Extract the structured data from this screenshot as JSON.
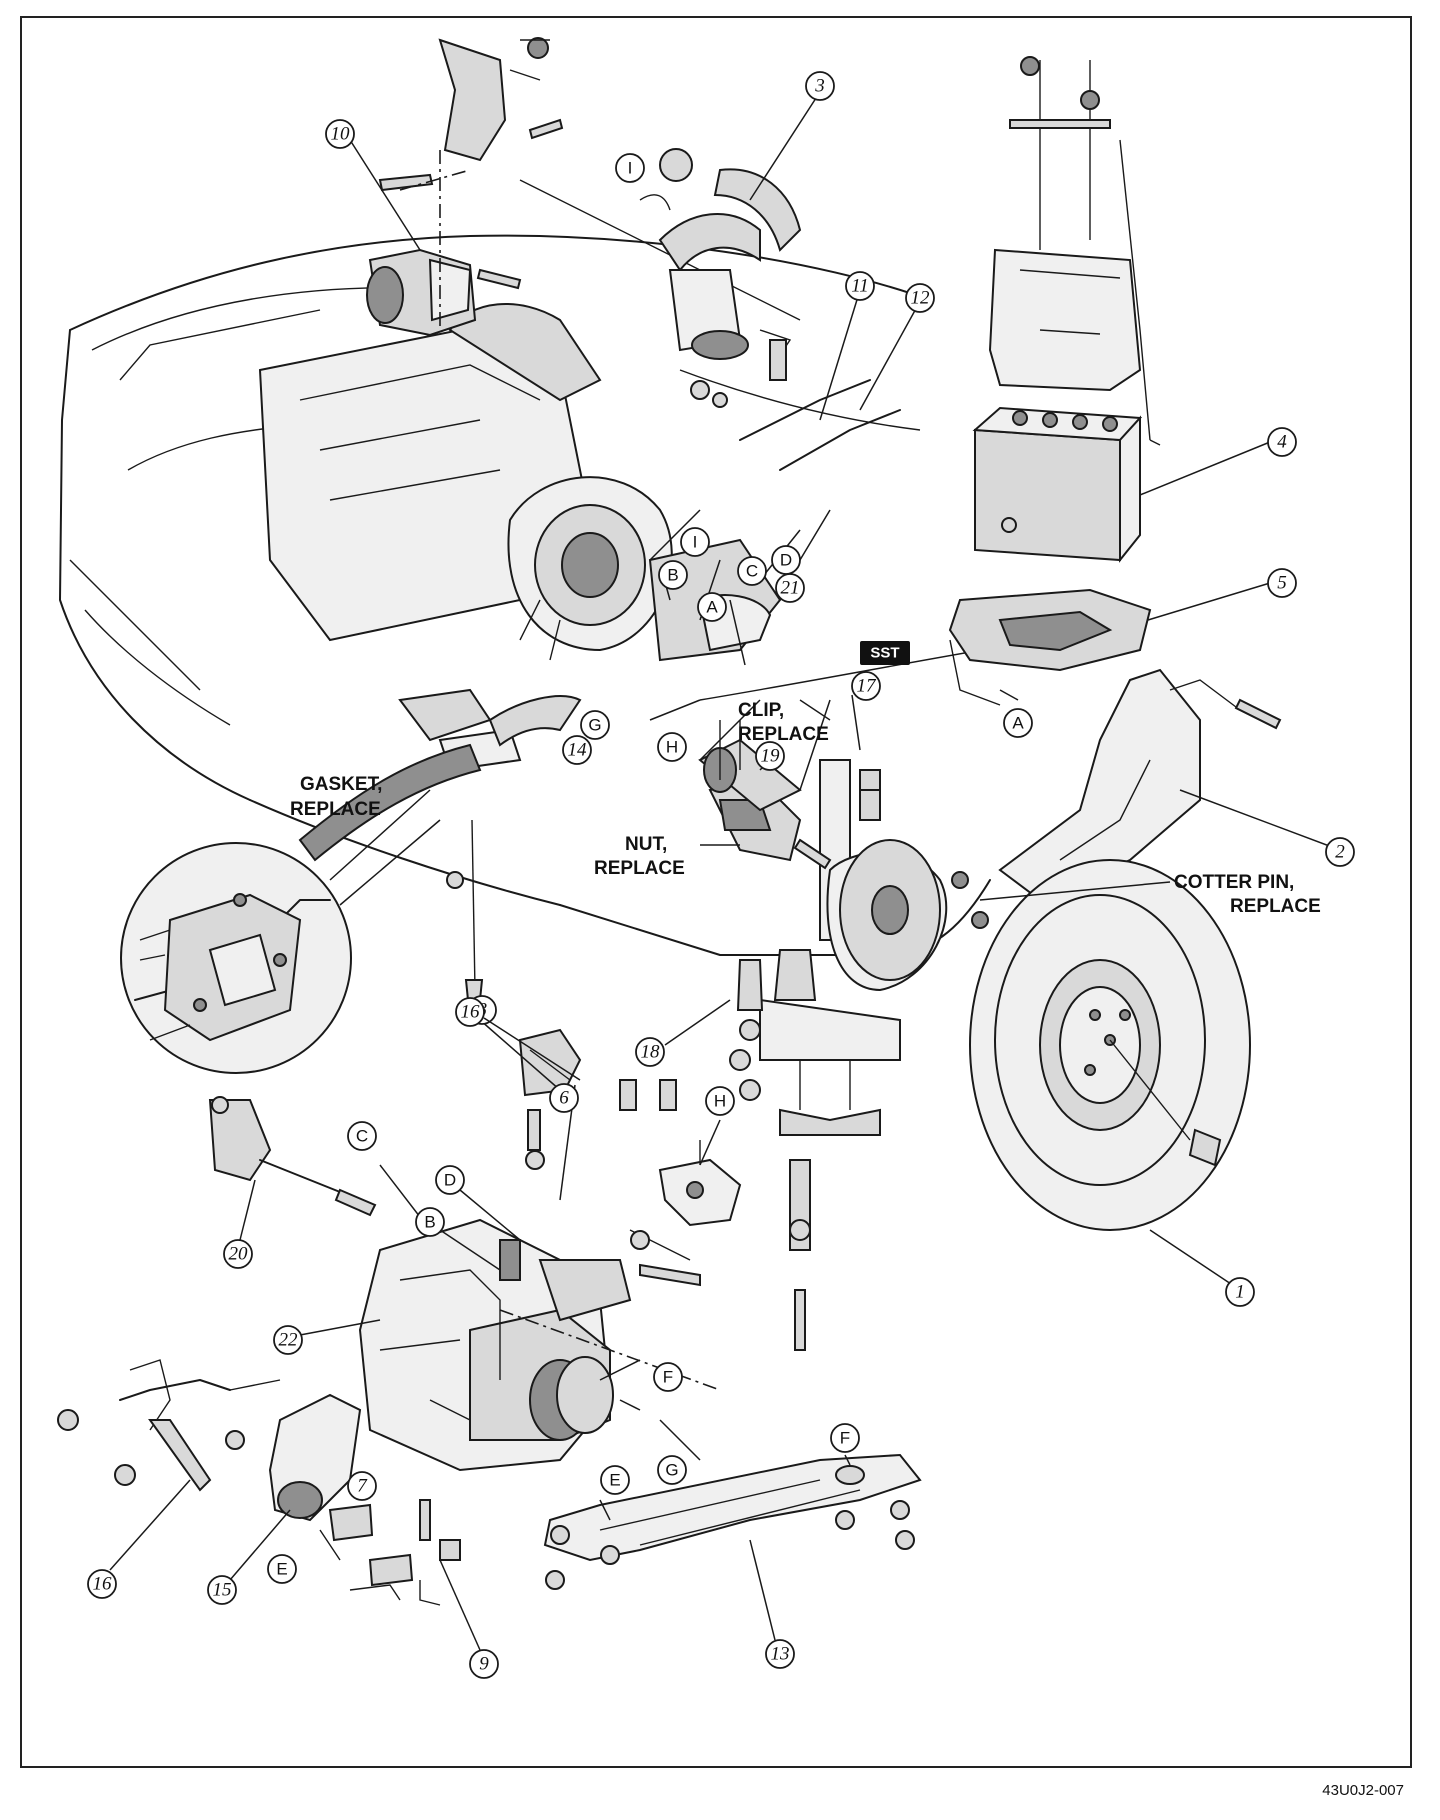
{
  "callouts": {
    "n1": "1",
    "n2": "2",
    "n3": "3",
    "n4": "4",
    "n5": "5",
    "n6": "6",
    "n7": "7",
    "n8": "8",
    "n9": "9",
    "n10": "10",
    "n11": "11",
    "n12": "12",
    "n13": "13",
    "n14": "14",
    "n15": "15",
    "n16a": "16",
    "n16b": "16",
    "n17": "17",
    "n18": "18",
    "n19": "19",
    "n20": "20",
    "n21": "21",
    "n22": "22"
  },
  "refs": {
    "A1": "A",
    "A2": "A",
    "B1": "B",
    "B2": "B",
    "C1": "C",
    "C2": "C",
    "D1": "D",
    "D2": "D",
    "E1": "E",
    "E2": "E",
    "F1": "F",
    "F2": "F",
    "G1": "G",
    "G2": "G",
    "H1": "H",
    "H2": "H",
    "I1": "I",
    "I2": "I"
  },
  "notes": {
    "gasket_l1": "GASKET,",
    "gasket_l2": "REPLACE",
    "clip_l1": "CLIP,",
    "clip_l2": "REPLACE",
    "nut_l1": "NUT,",
    "nut_l2": "REPLACE",
    "cotter_l1": "COTTER PIN,",
    "cotter_l2": "REPLACE",
    "sst": "SST"
  },
  "figure_code": "43U0J2-007"
}
